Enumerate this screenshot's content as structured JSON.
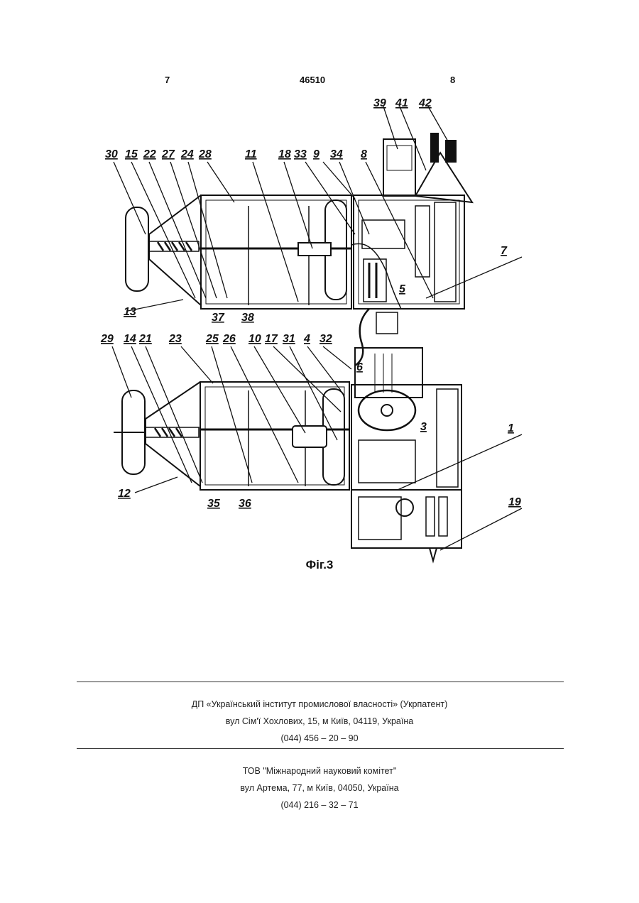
{
  "header": {
    "page_left": "7",
    "patent_number": "46510",
    "page_right": "8"
  },
  "figure": {
    "caption": "Фіг.3",
    "labels": [
      "39",
      "41",
      "42",
      "30",
      "15",
      "22",
      "27",
      "24",
      "28",
      "11",
      "18",
      "33",
      "9",
      "34",
      "8",
      "7",
      "5",
      "13",
      "37",
      "38",
      "29",
      "14",
      "21",
      "23",
      "25",
      "26",
      "10",
      "17",
      "31",
      "4",
      "32",
      "1",
      "6",
      "3",
      "12",
      "35",
      "36",
      "19"
    ]
  },
  "footer": {
    "org1": {
      "name": "ДП «Український інститут промислової власності» (Укрпатент)",
      "address": "вул  Сім'ї Хохлових, 15, м  Київ, 04119, Україна",
      "phone": "(044) 456 – 20 –  90"
    },
    "org2": {
      "name": "ТОВ \"Міжнародний науковий комітет\"",
      "address": "вул  Артема, 77, м  Київ, 04050, Україна",
      "phone": "(044) 216 – 32 – 71"
    }
  }
}
